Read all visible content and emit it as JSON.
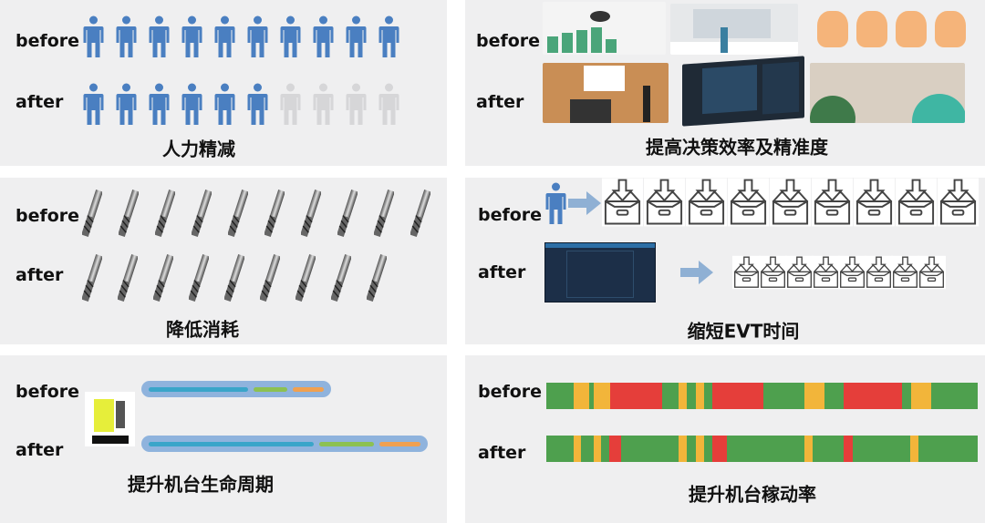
{
  "labels": {
    "before": "before",
    "after": "after"
  },
  "panels": {
    "workforce": {
      "title": "人力精减",
      "before_count": 10,
      "after_active": 6,
      "after_inactive": 4
    },
    "decision": {
      "title": "提高决策效率及精准度",
      "before_images": [
        "growth-chart-illustration",
        "office-meeting-illustration",
        "confused-workers-illustration"
      ],
      "after_images": [
        "presentation-illustration",
        "dashboard-screen-illustration",
        "gears-teamwork-illustration"
      ]
    },
    "consumption": {
      "title": "降低消耗",
      "before_count": 10,
      "after_count": 9
    },
    "evt": {
      "title": "缩短EVT时间",
      "before_boxes": 9,
      "after_boxes": 8
    },
    "lifecycle": {
      "title": "提升机台生命周期",
      "before": [
        110,
        37,
        34
      ],
      "after": [
        180,
        60,
        45
      ]
    },
    "utilization": {
      "title": "提升机台稼动率",
      "before": [
        [
          "g",
          90
        ],
        [
          "y",
          50
        ],
        [
          "g",
          16
        ],
        [
          "y",
          55
        ],
        [
          "r",
          170
        ],
        [
          "g",
          54
        ],
        [
          "y",
          26
        ],
        [
          "g",
          30
        ],
        [
          "y",
          27
        ],
        [
          "g",
          28
        ],
        [
          "r",
          167
        ],
        [
          "g",
          137
        ],
        [
          "y",
          66
        ],
        [
          "g",
          62
        ],
        [
          "r",
          190
        ],
        [
          "g",
          30
        ],
        [
          "y",
          67
        ],
        [
          "g",
          153
        ]
      ],
      "after": [
        [
          "g",
          90
        ],
        [
          "y",
          25
        ],
        [
          "g",
          41
        ],
        [
          "y",
          24
        ],
        [
          "g",
          28
        ],
        [
          "r",
          37
        ],
        [
          "g",
          190
        ],
        [
          "y",
          26
        ],
        [
          "g",
          30
        ],
        [
          "y",
          27
        ],
        [
          "g",
          28
        ],
        [
          "r",
          47
        ],
        [
          "g",
          257
        ],
        [
          "y",
          25
        ],
        [
          "g",
          103
        ],
        [
          "r",
          30
        ],
        [
          "g",
          190
        ],
        [
          "y",
          27
        ],
        [
          "g",
          193
        ]
      ]
    }
  },
  "colors": {
    "person": "#4a7fc1",
    "person_inactive": "#d6d6d8",
    "g": "#4ea04e",
    "y": "#f2b53a",
    "r": "#e53e3a",
    "pill": "#8fb3dd",
    "phase": [
      "#3aa5c9",
      "#8cc152",
      "#f0a050"
    ],
    "arrow": "#8fb0d4"
  }
}
